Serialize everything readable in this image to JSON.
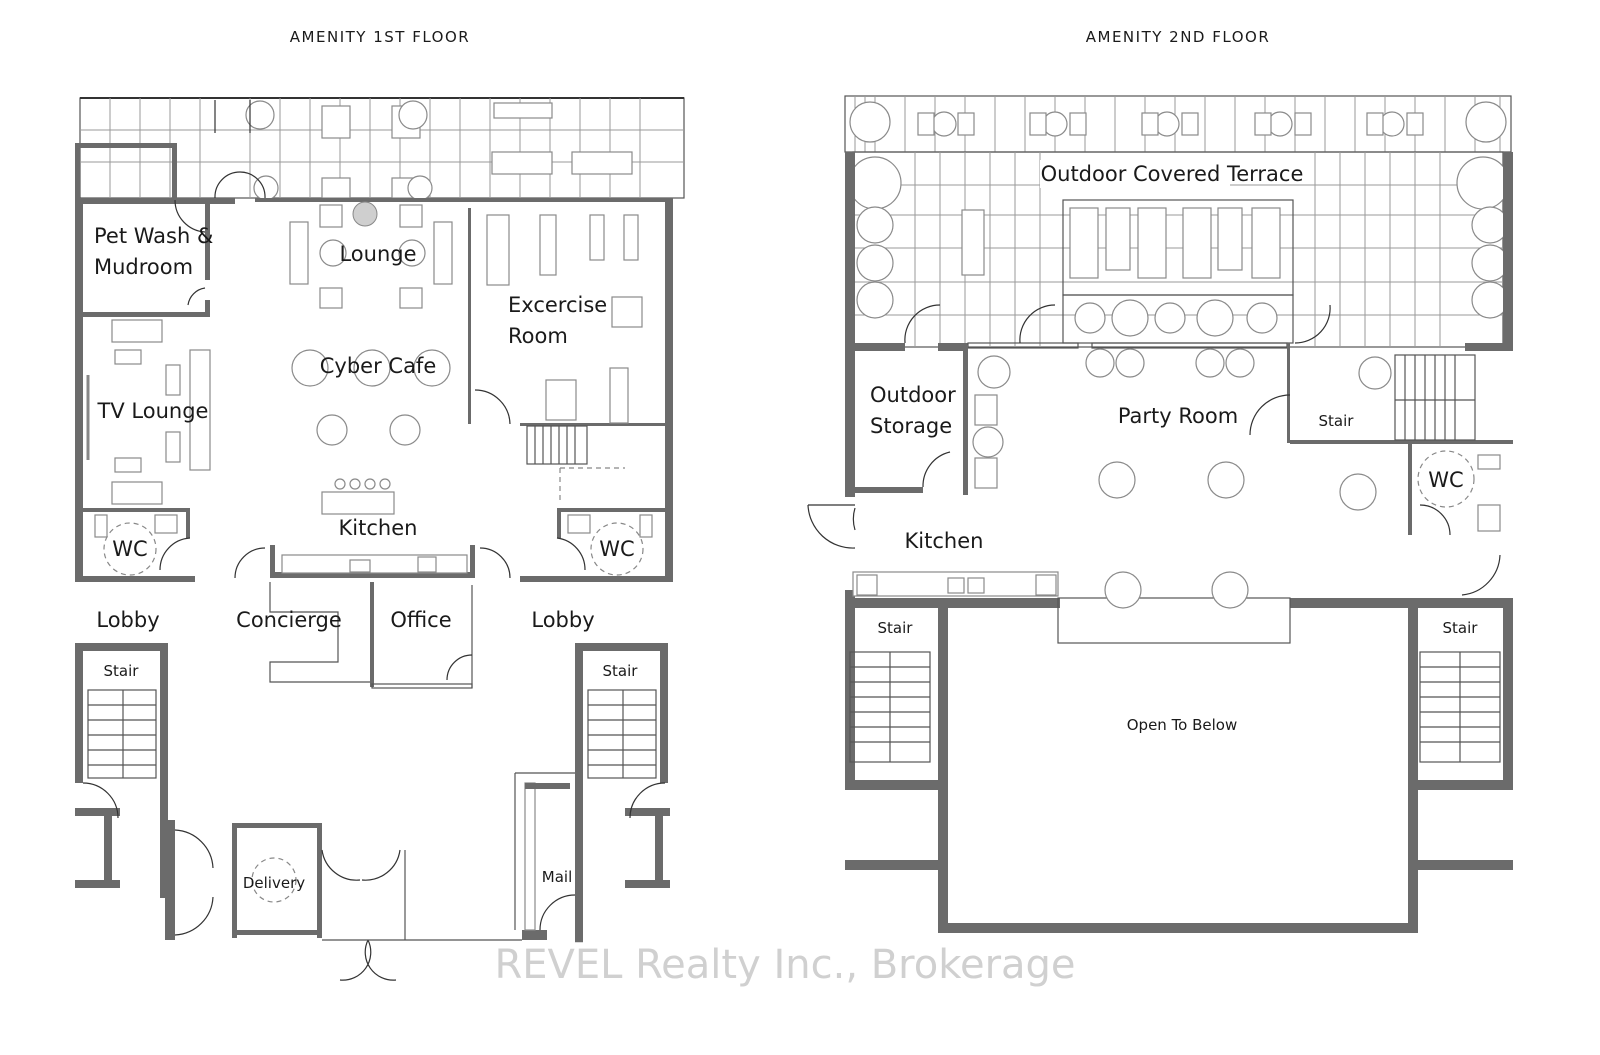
{
  "floor1": {
    "title": "AMENITY 1ST FLOOR",
    "rooms": {
      "pet_wash_line1": "Pet Wash &",
      "pet_wash_line2": "Mudroom",
      "lounge": "Lounge",
      "exercise_line1": "Excercise",
      "exercise_line2": "Room",
      "tv_lounge": "TV Lounge",
      "cyber_cafe": "Cyber Cafe",
      "kitchen": "Kitchen",
      "wc_left": "WC",
      "wc_right": "WC",
      "lobby_left": "Lobby",
      "concierge": "Concierge",
      "office": "Office",
      "lobby_right": "Lobby",
      "stair_left": "Stair",
      "stair_right": "Stair",
      "delivery": "Delivery",
      "mail": "Mail"
    }
  },
  "floor2": {
    "title": "AMENITY 2ND FLOOR",
    "rooms": {
      "terrace": "Outdoor Covered Terrace",
      "outdoor_storage_line1": "Outdoor",
      "outdoor_storage_line2": "Storage",
      "party_room": "Party Room",
      "stair_inner": "Stair",
      "wc": "WC",
      "kitchen": "Kitchen",
      "stair_left": "Stair",
      "stair_right": "Stair",
      "open_to_below": "Open To Below"
    }
  },
  "watermark": "REVEL Realty Inc., Brokerage",
  "colors": {
    "wall": "#6b6b6b",
    "line": "#555555",
    "text": "#1a1a1a",
    "background": "#ffffff"
  }
}
